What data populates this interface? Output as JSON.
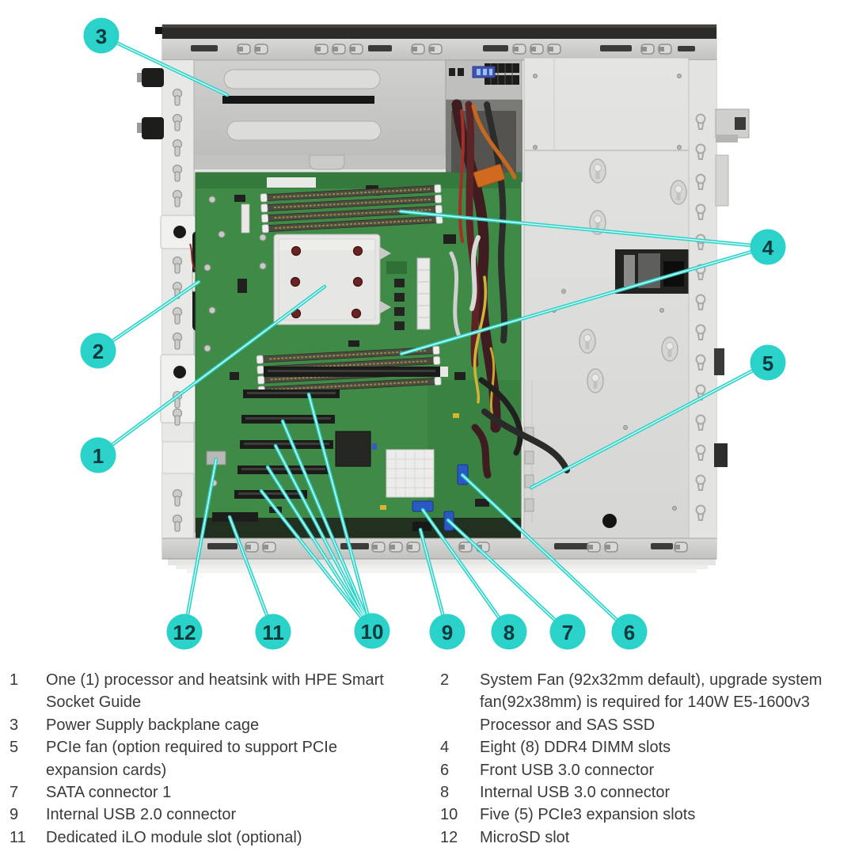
{
  "colors": {
    "accent_teal": "#2AD2C9",
    "callout_number": "#0D3A3E",
    "legend_text": "#3A3A3A",
    "board_green": "#3E8A46",
    "chassis_light": "#E6E6E4",
    "chassis_top_bar": "#2D2B29"
  },
  "callouts": [
    {
      "number": "1"
    },
    {
      "number": "2"
    },
    {
      "number": "3"
    },
    {
      "number": "4"
    },
    {
      "number": "5"
    },
    {
      "number": "6"
    },
    {
      "number": "7"
    },
    {
      "number": "8"
    },
    {
      "number": "9"
    },
    {
      "number": "10"
    },
    {
      "number": "11"
    },
    {
      "number": "12"
    }
  ],
  "legend": {
    "left": [
      {
        "num": "1",
        "text": "One (1) processor and heatsink with HPE Smart\nSocket Guide"
      },
      {
        "num": "3",
        "text": "Power Supply backplane cage"
      },
      {
        "num": "5",
        "text": "PCIe fan (option required to support PCIe\nexpansion cards)"
      },
      {
        "num": "7",
        "text": "SATA connector 1"
      },
      {
        "num": "9",
        "text": "Internal USB 2.0 connector"
      },
      {
        "num": "11",
        "text": "Dedicated iLO module slot (optional)"
      }
    ],
    "right": [
      {
        "num": "2",
        "text": "System Fan (92x32mm default), upgrade system\nfan(92x38mm) is required for 140W E5-1600v3\nProcessor and SAS SSD"
      },
      {
        "num": "4",
        "text": "Eight (8) DDR4 DIMM slots"
      },
      {
        "num": "6",
        "text": "Front USB 3.0 connector"
      },
      {
        "num": "8",
        "text": "Internal USB 3.0 connector"
      },
      {
        "num": "10",
        "text": "Five (5) PCIe3 expansion slots"
      },
      {
        "num": "12",
        "text": "MicroSD slot"
      }
    ]
  }
}
